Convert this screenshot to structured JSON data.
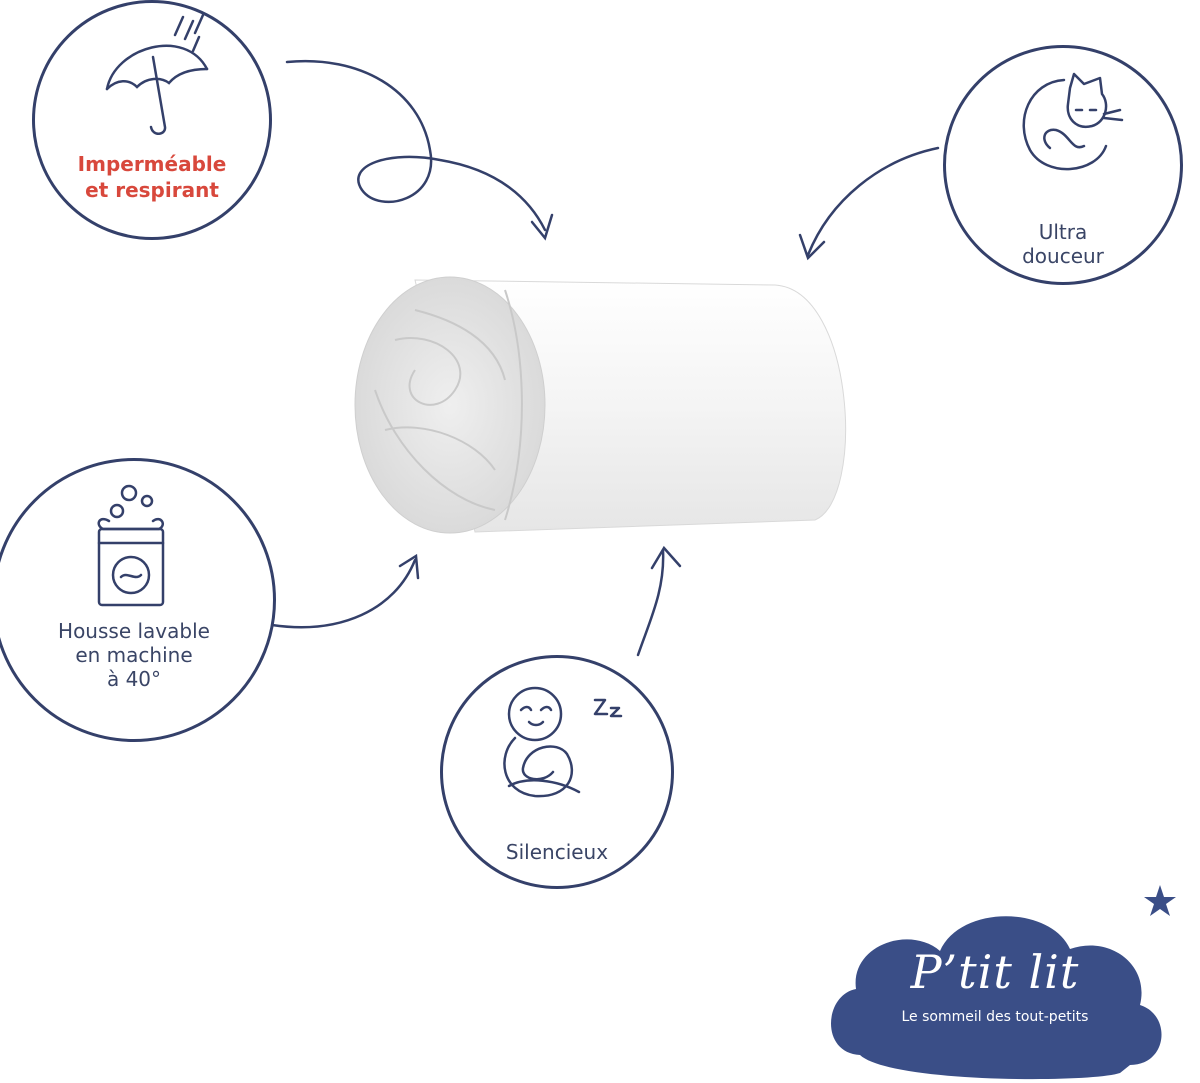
{
  "features": {
    "waterproof": {
      "label": "Imperméable\net respirant",
      "icon": "umbrella-rain-icon"
    },
    "soft": {
      "label": "Ultra\ndouceur",
      "icon": "sleeping-cat-icon"
    },
    "washable": {
      "label": "Housse lavable\nen machine\nà 40°",
      "icon": "washing-machine-icon"
    },
    "silent": {
      "label": "Silencieux",
      "icon": "sleeping-sloth-icon"
    }
  },
  "product": {
    "icon": "rolled-mattress-protector"
  },
  "brand": {
    "name": "P’tit lit",
    "tagline": "Le sommeil des tout-petits",
    "color": "#3a4e87"
  },
  "colors": {
    "outline": "#34406a",
    "highlight": "#d8483c"
  }
}
